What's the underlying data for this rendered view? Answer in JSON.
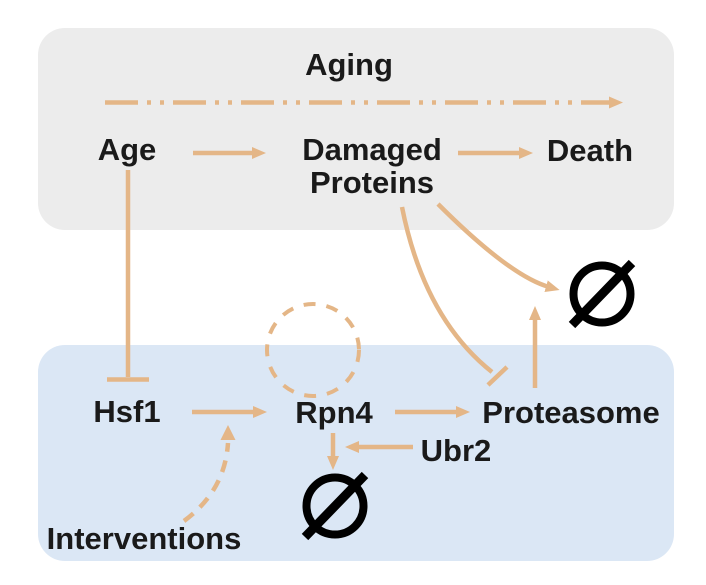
{
  "figure": {
    "type": "biological-pathway-diagram",
    "compartments": {
      "aging": {
        "label": "Aging",
        "fill": "#ECECEC"
      },
      "cell": {
        "label": "",
        "fill": "#DBE7F5"
      }
    },
    "nodes": {
      "age": "Age",
      "damaged_proteins": {
        "line1": "Damaged",
        "line2": "Proteins"
      },
      "death": "Death",
      "hsf1": "Hsf1",
      "rpn4": "Rpn4",
      "proteasome": "Proteasome",
      "ubr2": "Ubr2",
      "interventions": "Interventions",
      "degradation_symbol": "∅"
    },
    "colors": {
      "arrow": "#E4B687",
      "text": "#1A1A1A",
      "degradation_symbol": "#000000",
      "aging_box": "#ECECEC",
      "cell_box": "#DBE7F5"
    },
    "edges": [
      {
        "from": "Aging",
        "to": "time",
        "type": "dash-dot-timeline-arrow"
      },
      {
        "from": "Age",
        "to": "Damaged Proteins",
        "type": "solid-arrow"
      },
      {
        "from": "Damaged Proteins",
        "to": "Death",
        "type": "solid-arrow"
      },
      {
        "from": "Age",
        "to": "Hsf1",
        "type": "inhibition-bar"
      },
      {
        "from": "Hsf1",
        "to": "Rpn4",
        "type": "solid-arrow"
      },
      {
        "from": "Rpn4",
        "to": "Rpn4",
        "type": "dashed-self-loop"
      },
      {
        "from": "Rpn4",
        "to": "Proteasome",
        "type": "solid-arrow"
      },
      {
        "from": "Rpn4",
        "to": "degradation",
        "type": "solid-arrow"
      },
      {
        "from": "Ubr2",
        "to": "Rpn4-degradation",
        "type": "solid-arrow"
      },
      {
        "from": "Proteasome",
        "to": "damaged-protein-degradation",
        "type": "solid-arrow"
      },
      {
        "from": "Damaged Proteins",
        "to": "degradation",
        "type": "curved-arrow"
      },
      {
        "from": "Damaged Proteins",
        "to": "Proteasome",
        "type": "curved-inhibition-bar"
      },
      {
        "from": "Interventions",
        "to": "Hsf1-Rpn4-activation",
        "type": "dashed-arrow"
      }
    ]
  }
}
